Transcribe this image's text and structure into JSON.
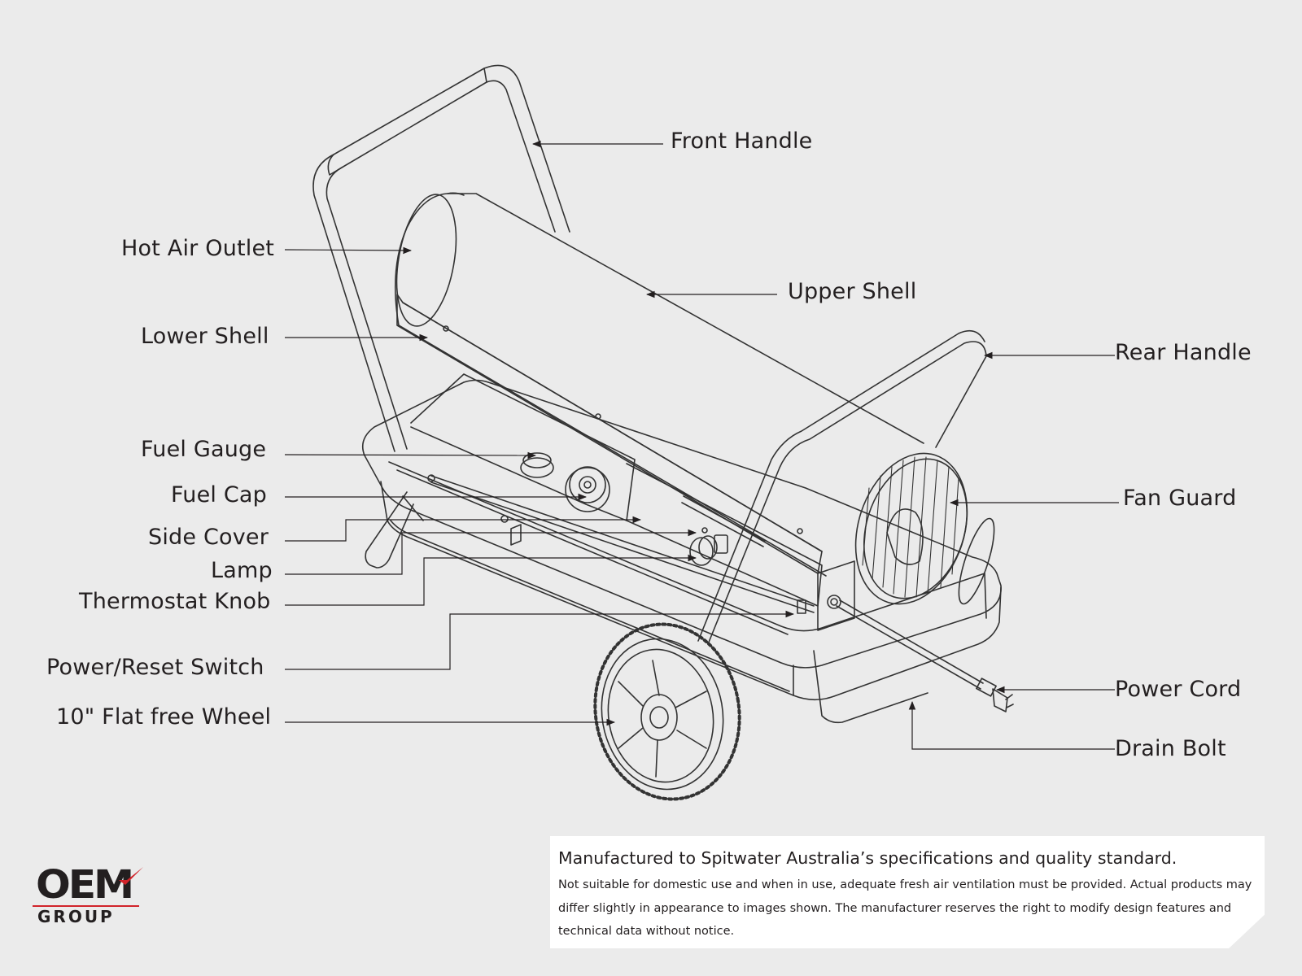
{
  "labels": {
    "front_handle": "Front Handle",
    "hot_air_outlet": "Hot Air Outlet",
    "upper_shell": "Upper Shell",
    "lower_shell": "Lower Shell",
    "rear_handle": "Rear Handle",
    "fuel_gauge": "Fuel Gauge",
    "fuel_cap": "Fuel Cap",
    "fan_guard": "Fan Guard",
    "side_cover": "Side Cover",
    "lamp": "Lamp",
    "thermostat_knob": "Thermostat Knob",
    "power_reset_switch": "Power/Reset Switch",
    "wheel": "10\" Flat free Wheel",
    "power_cord": "Power Cord",
    "drain_bolt": "Drain Bolt"
  },
  "notice": {
    "title": "Manufactured to Spitwater Australia’s specifications and quality standard.",
    "body": "Not suitable for domestic use and when in use, adequate fresh air ventilation must be provided. Actual products may differ slightly in appearance to images shown.  The manufacturer reserves the right to modify design features and technical data without notice."
  },
  "logo": {
    "wordmark": "OEM",
    "subtitle": "GROUP"
  },
  "colors": {
    "background": "#ebebeb",
    "ink": "#231f20",
    "logo_accent": "#d1232a",
    "notice_bg": "#ffffff"
  }
}
